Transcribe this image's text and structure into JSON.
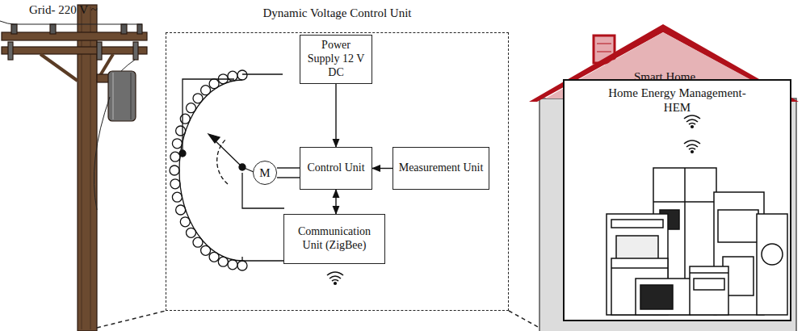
{
  "diagram": {
    "nodes": [
      {
        "text": [
          "Dynamic Voltage Control Unit"
        ]
      },
      {
        "text": [
          "Power Supply 12 V DC"
        ],
        "in": 0
      },
      {
        "text": [
          "Control Unit"
        ],
        "in": 0
      },
      {
        "text": [
          "Measurement Unit"
        ],
        "in": 0
      },
      {
        "text": [
          "Communication Unit (ZigBee)"
        ],
        "in": 0
      },
      {
        "text": [
          "M"
        ],
        "in": 0
      },
      {
        "text": [
          "Smart Home"
        ]
      },
      {
        "text": [
          "Home Energy Management- HEM"
        ],
        "in": 6
      }
    ],
    "edges": [
      {
        "from": 1,
        "to": 2,
        "arrow": "to"
      },
      {
        "from": 3,
        "to": 2,
        "arrow": "to"
      },
      {
        "from": 2,
        "to": 4,
        "arrow": "both"
      },
      {
        "from": 5,
        "to": 2,
        "arrow": "none"
      }
    ],
    "labels": [
      "Grid- 220 V ~"
    ]
  }
}
